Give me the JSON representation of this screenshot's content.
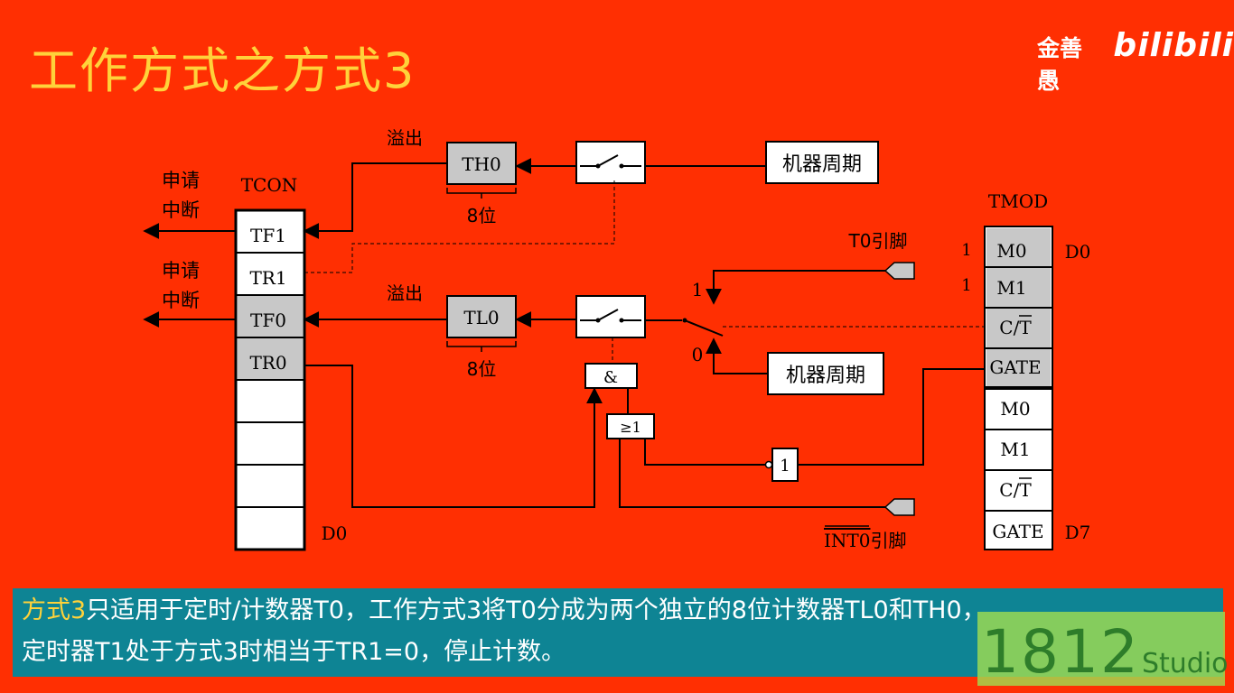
{
  "title": "工作方式之方式3",
  "brand": {
    "name": "金善愚",
    "logo": "bilibili"
  },
  "diagram": {
    "tcon_label": "TCON",
    "tcon_cells": [
      "TF1",
      "TR1",
      "TF0",
      "TR0",
      "",
      "",
      "",
      ""
    ],
    "tcon_d0": "D0",
    "irq_top": [
      "申请",
      "中断"
    ],
    "irq_bottom": [
      "申请",
      "中断"
    ],
    "overflow_top": "溢出",
    "overflow_bottom": "溢出",
    "th0": "TH0",
    "tl0": "TL0",
    "bits_top": "8位",
    "bits_bottom": "8位",
    "machine_cycle_top": "机器周期",
    "machine_cycle_bottom": "机器周期",
    "t0_pin": "T0引脚",
    "int0_pin": "INT0",
    "int0_suffix": "引脚",
    "switch_1": "1",
    "switch_0": "0",
    "and_gate": "&",
    "or_gate": "≥1",
    "not_gate": "1",
    "tmod_label": "TMOD",
    "tmod_d0": "D0",
    "tmod_d7": "D7",
    "tmod_val_m0": "1",
    "tmod_val_m1": "1",
    "tmod_cells": [
      "M0",
      "M1",
      "C/T",
      "GATE",
      "M0",
      "M1",
      "C/T",
      "GATE"
    ]
  },
  "caption": {
    "hl": "方式3",
    "line1": "只适用于定时/计数器T0，工作方式3将T0分成为两个独立的8位计数器TL0和TH0，",
    "line2": "定时器T1处于方式3时相当于TR1=0，停止计数。"
  },
  "watermark": {
    "num": "1812",
    "word": "Studio"
  },
  "colors": {
    "background": "#ff2f02",
    "title": "#ffd23a",
    "caption_bg": "#0e8494",
    "gray_cell": "#c8c8c8"
  }
}
